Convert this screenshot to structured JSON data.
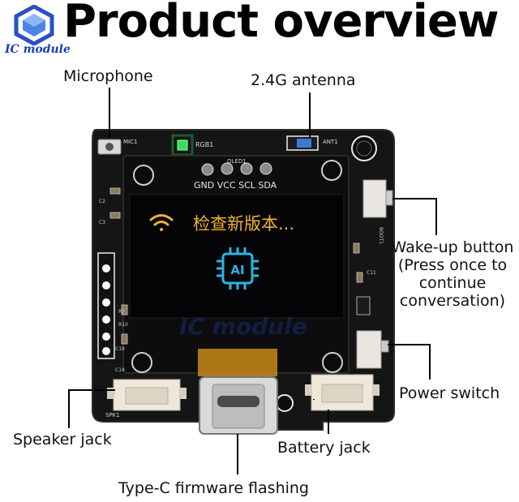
{
  "header": {
    "title": "Product overview",
    "brand": "IC module"
  },
  "callouts": {
    "microphone": "Microphone",
    "antenna": "2.4G antenna",
    "wakeup_line1": "Wake-up button",
    "wakeup_line2": "(Press once to",
    "wakeup_line3": "continue",
    "wakeup_line4": "conversation)",
    "power_switch": "Power switch",
    "speaker_jack": "Speaker jack",
    "battery_jack": "Battery jack",
    "type_c": "Type-C firmware flashing"
  },
  "board": {
    "silkscreen": {
      "mic": "MIC1",
      "rgb": "RGB1",
      "ant": "ANT1",
      "oled": "OLED1",
      "pins": "GND VCC SCL SDA",
      "boot": "BOOT1",
      "spk": "SPK1",
      "c2": "C2",
      "c3": "C3",
      "c11": "C11",
      "c14": "C14",
      "c19": "C19",
      "r7": "R7",
      "r10": "R10"
    },
    "screen": {
      "status_text": "检查新版本...",
      "chip_label": "AI"
    },
    "watermark": "IC module",
    "colors": {
      "pcb": "#141414",
      "screen_text": "#f2b233",
      "chip": "#2bb3e6",
      "rgb_led": "#27e05a",
      "connector": "#efe8da"
    }
  }
}
